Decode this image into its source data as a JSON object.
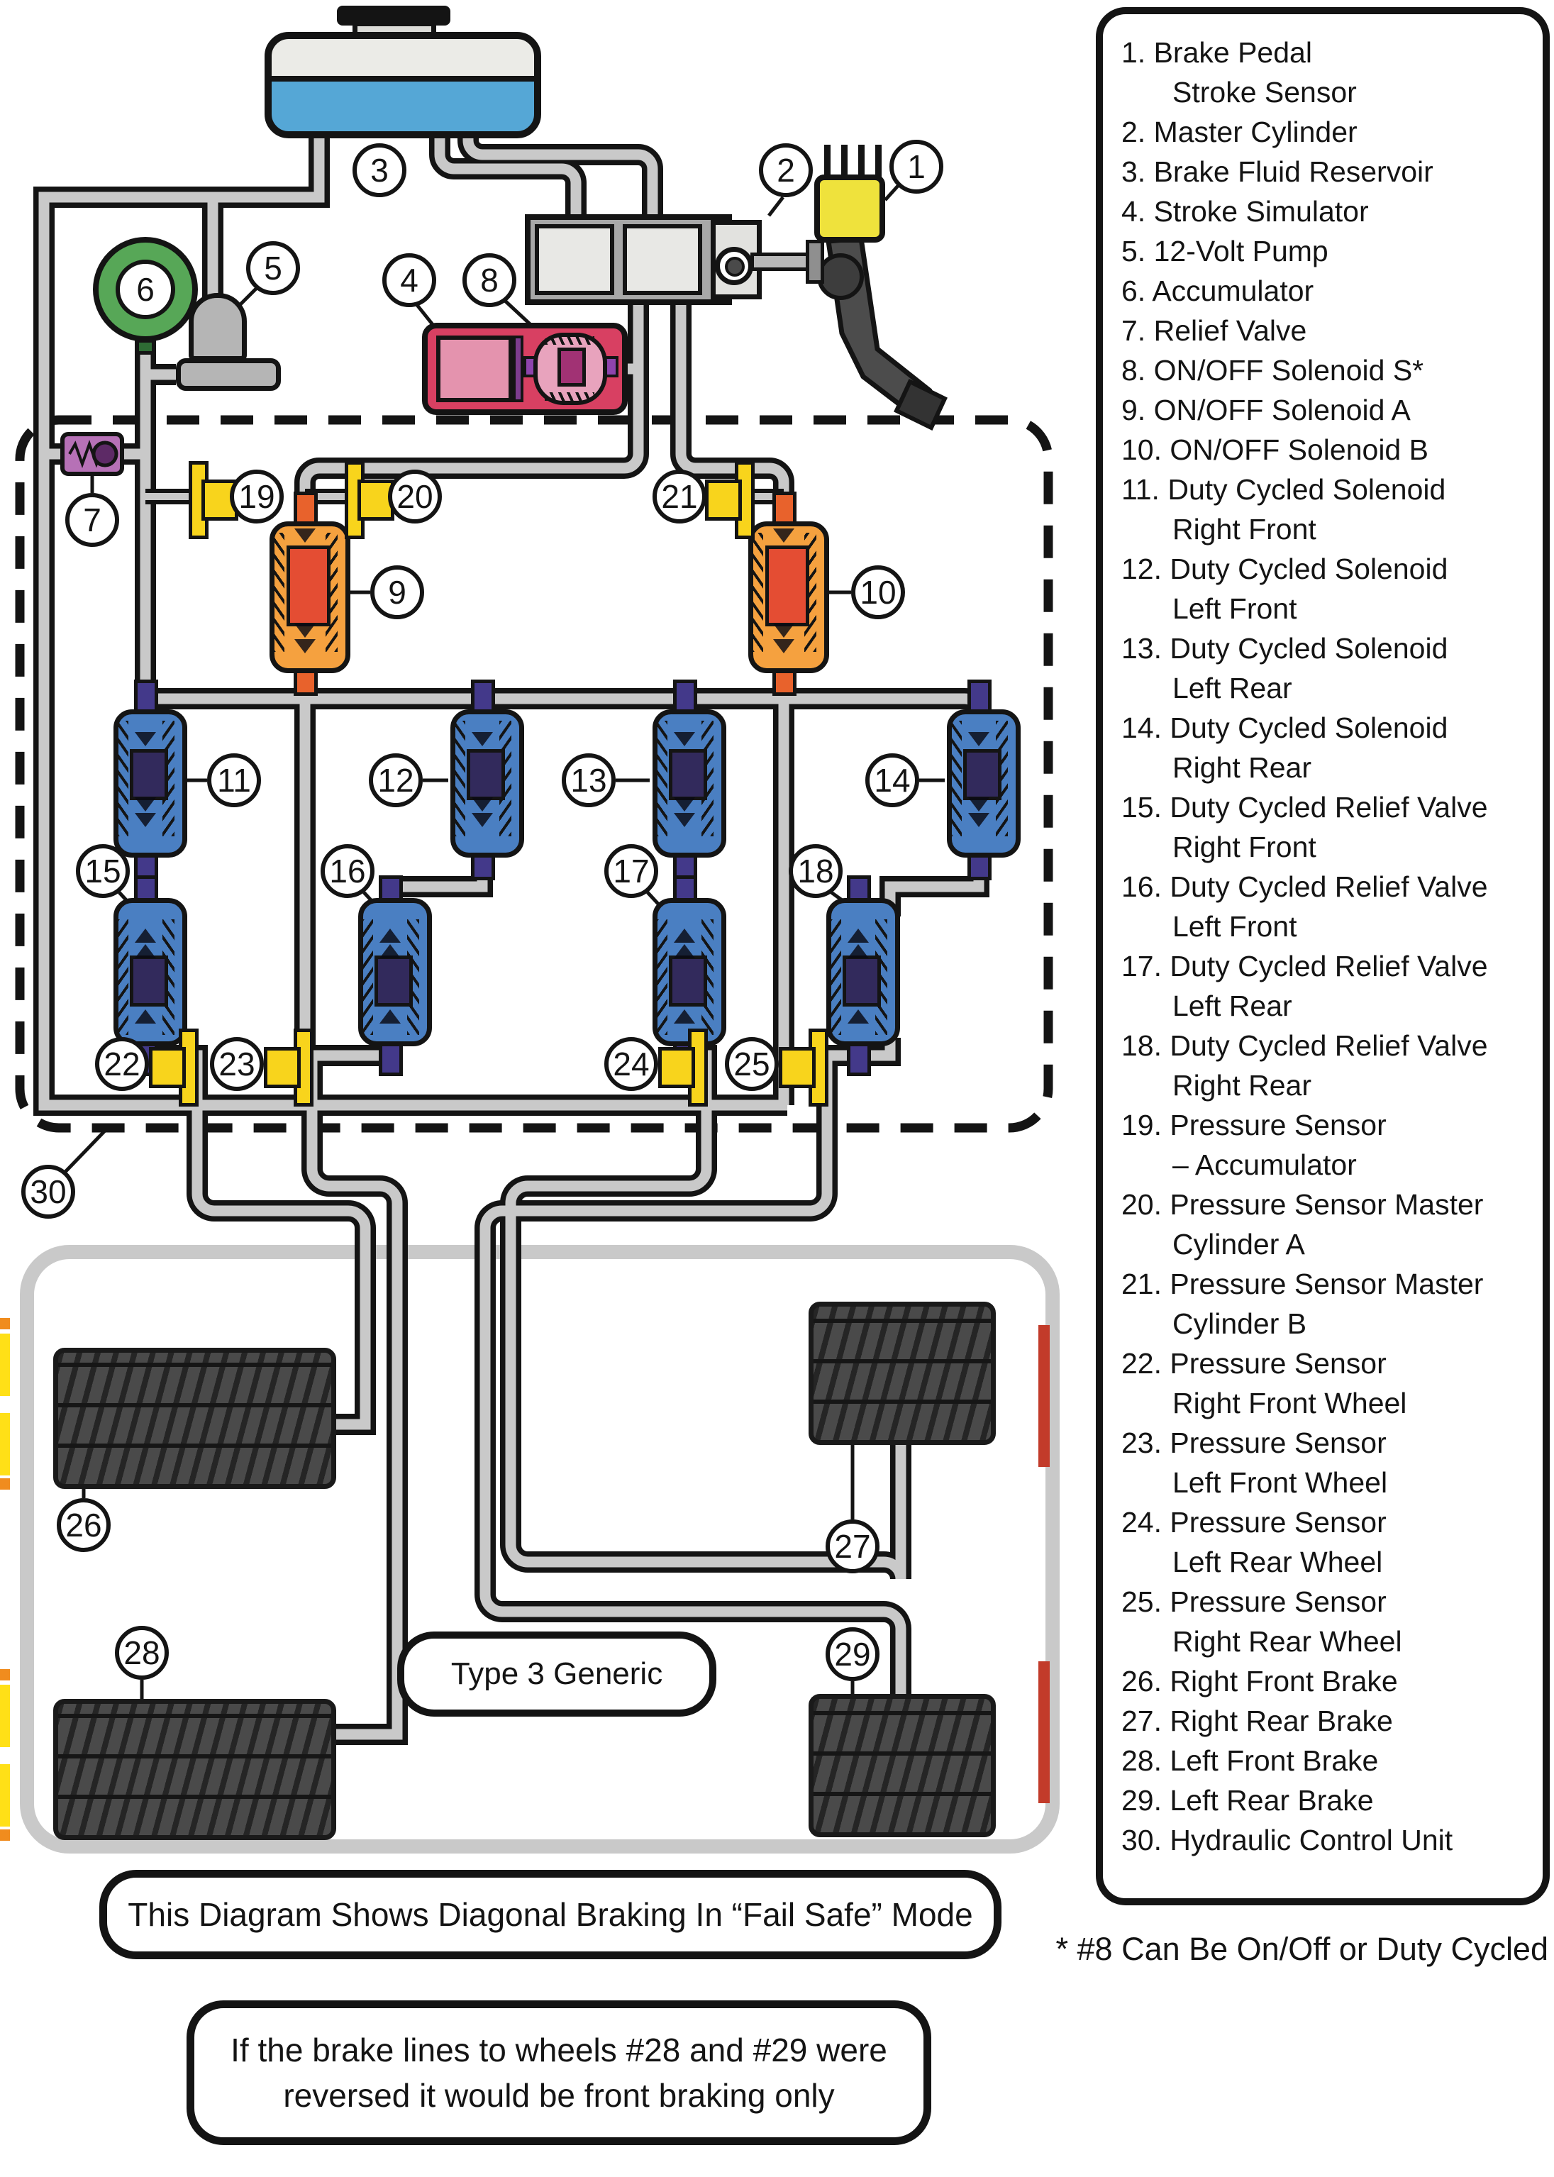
{
  "legend": {
    "items": [
      "1. Brake Pedal\nStroke Sensor",
      "2. Master Cylinder",
      "3. Brake Fluid Reservoir",
      "4. Stroke Simulator",
      "5. 12-Volt Pump",
      "6. Accumulator",
      "7. Relief Valve",
      "8. ON/OFF Solenoid S*",
      "9. ON/OFF Solenoid A",
      "10. ON/OFF Solenoid B",
      "11. Duty Cycled Solenoid\nRight Front",
      "12. Duty Cycled Solenoid\nLeft Front",
      "13. Duty Cycled Solenoid\nLeft Rear",
      "14. Duty Cycled Solenoid\nRight Rear",
      "15. Duty Cycled Relief Valve\nRight Front",
      "16. Duty Cycled Relief Valve\nLeft Front",
      "17. Duty Cycled Relief Valve\nLeft Rear",
      "18. Duty Cycled Relief Valve\nRight Rear",
      "19. Pressure Sensor\n– Accumulator",
      "20. Pressure Sensor Master\nCylinder A",
      "21. Pressure Sensor Master\nCylinder B",
      "22. Pressure Sensor\nRight Front Wheel",
      "23. Pressure Sensor\nLeft Front Wheel",
      "24. Pressure Sensor\nLeft Rear Wheel",
      "25. Pressure Sensor\nRight Rear Wheel",
      "26. Right Front Brake",
      "27. Right Rear Brake",
      "28. Left Front Brake",
      "29. Left Rear Brake",
      "30. Hydraulic Control Unit"
    ]
  },
  "callouts": {
    "c1": "1",
    "c2": "2",
    "c3": "3",
    "c4": "4",
    "c5": "5",
    "c6": "6",
    "c7": "7",
    "c8": "8",
    "c9": "9",
    "c10": "10",
    "c11": "11",
    "c12": "12",
    "c13": "13",
    "c14": "14",
    "c15": "15",
    "c16": "16",
    "c17": "17",
    "c18": "18",
    "c19": "19",
    "c20": "20",
    "c21": "21",
    "c22": "22",
    "c23": "23",
    "c24": "24",
    "c25": "25",
    "c26": "26",
    "c27": "27",
    "c28": "28",
    "c29": "29",
    "c30": "30"
  },
  "notes": {
    "mode_note": "This Diagram Shows Diagonal Braking In “Fail Safe” Mode",
    "reversal_note": "If the brake lines to wheels #28 and #29 were\nreversed it would be front braking only",
    "type_label": "Type 3 Generic",
    "footnote": "* #8 Can Be On/Off or Duty Cycled"
  },
  "colors": {
    "reservoir_fluid": "#55a7d6",
    "accumulator_green": "#57a757",
    "pump_gray": "#b5b5b5",
    "simulator_crimson": "#d84062",
    "onoff_solenoid_orange": "#f5a13f",
    "onoff_solenoid_core": "#e44d33",
    "duty_solenoid_blue": "#4a7fc2",
    "duty_solenoid_core": "#322a5c",
    "pressure_sensor_yellow": "#f8d41c",
    "relief_valve_purple": "#b671b6",
    "pipe_gray": "#c9c9c9",
    "brake_mark_red": "#c23b2a",
    "brake_mark_yellow": "#ffe017",
    "outline_black": "#141414"
  }
}
